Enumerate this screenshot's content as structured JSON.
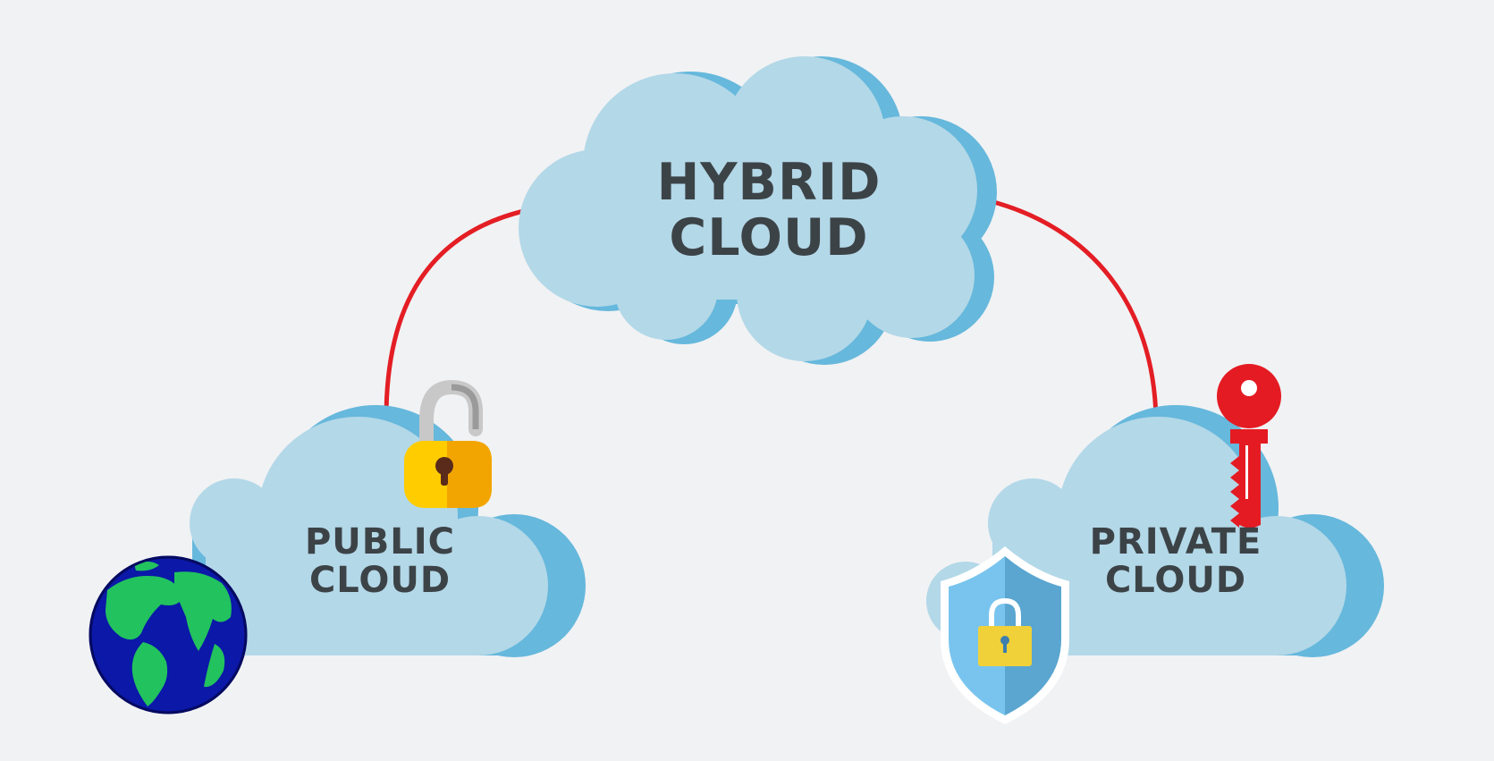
{
  "clouds": {
    "hybrid": {
      "line1": "HYBRID",
      "line2": "CLOUD"
    },
    "public": {
      "line1": "PUBLIC",
      "line2": "CLOUD"
    },
    "private": {
      "line1": "PRIVATE",
      "line2": "CLOUD"
    }
  },
  "icons": {
    "globe": "globe-icon",
    "open_padlock": "open-padlock-icon",
    "key": "key-icon",
    "shield": "shield-lock-icon"
  },
  "colors": {
    "background": "#f1f2f4",
    "cloud_light": "#b3d8e8",
    "cloud_shadow": "#66b8dc",
    "connector": "#e31e24",
    "text": "#3c4347"
  }
}
